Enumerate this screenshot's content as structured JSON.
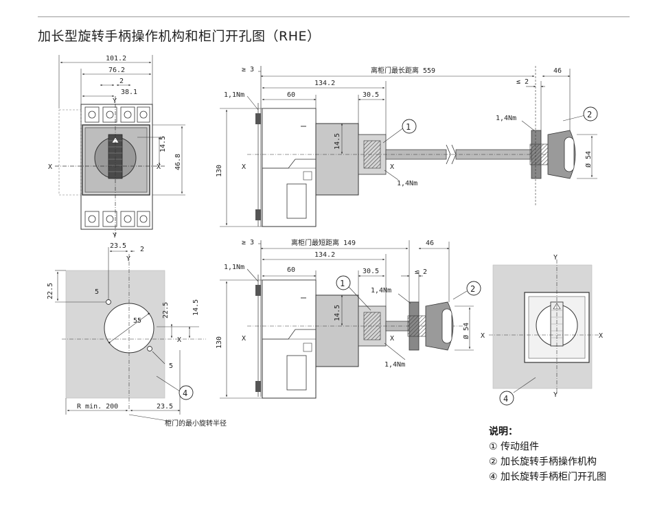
{
  "title": "加长型旋转手柄操作机构和柜门开孔图（RHE）",
  "legend": {
    "heading": "说明：",
    "items": [
      "① 传动组件",
      "② 加长旋转手柄操作机构",
      "④ 加长旋转手柄柜门开孔图"
    ]
  },
  "front_view": {
    "dims": [
      "101.2",
      "76.2",
      "2",
      "38.1",
      "14.5",
      "46.8"
    ],
    "axis_x": "X",
    "axis_y": "Y"
  },
  "side_view_long": {
    "dims": [
      "≥ 3",
      "离柜门最长距离 559",
      "46",
      "134.2",
      "60",
      "30.5",
      "≤ 2",
      "14.5",
      "130",
      "Ø 54"
    ],
    "torques": [
      "1,1Nm",
      "1,4Nm",
      "1,4Nm"
    ],
    "callouts": [
      "1",
      "2"
    ]
  },
  "side_view_short": {
    "dims": [
      "≥ 3",
      "离柜门最短距离 149",
      "46",
      "134.2",
      "60",
      "30.5",
      "≤ 2",
      "14.5",
      "130",
      "Ø 54"
    ],
    "torques": [
      "1,1Nm",
      "1,4Nm",
      "1,4Nm"
    ],
    "callouts": [
      "1",
      "2"
    ]
  },
  "cutout_view": {
    "dims": [
      "23.5",
      "2",
      "22.5",
      "22.5",
      "14.5",
      "5",
      "55",
      "5",
      "R min. 200",
      "23.5"
    ],
    "label": "柜门的最小旋转半径",
    "callout": "4"
  },
  "door_view": {
    "callout": "4"
  }
}
